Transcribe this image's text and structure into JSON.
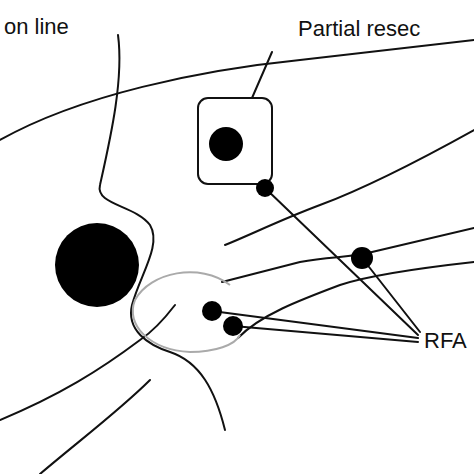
{
  "diagram": {
    "labels": [
      "on line",
      "Partial resec",
      "RFA"
    ]
  }
}
